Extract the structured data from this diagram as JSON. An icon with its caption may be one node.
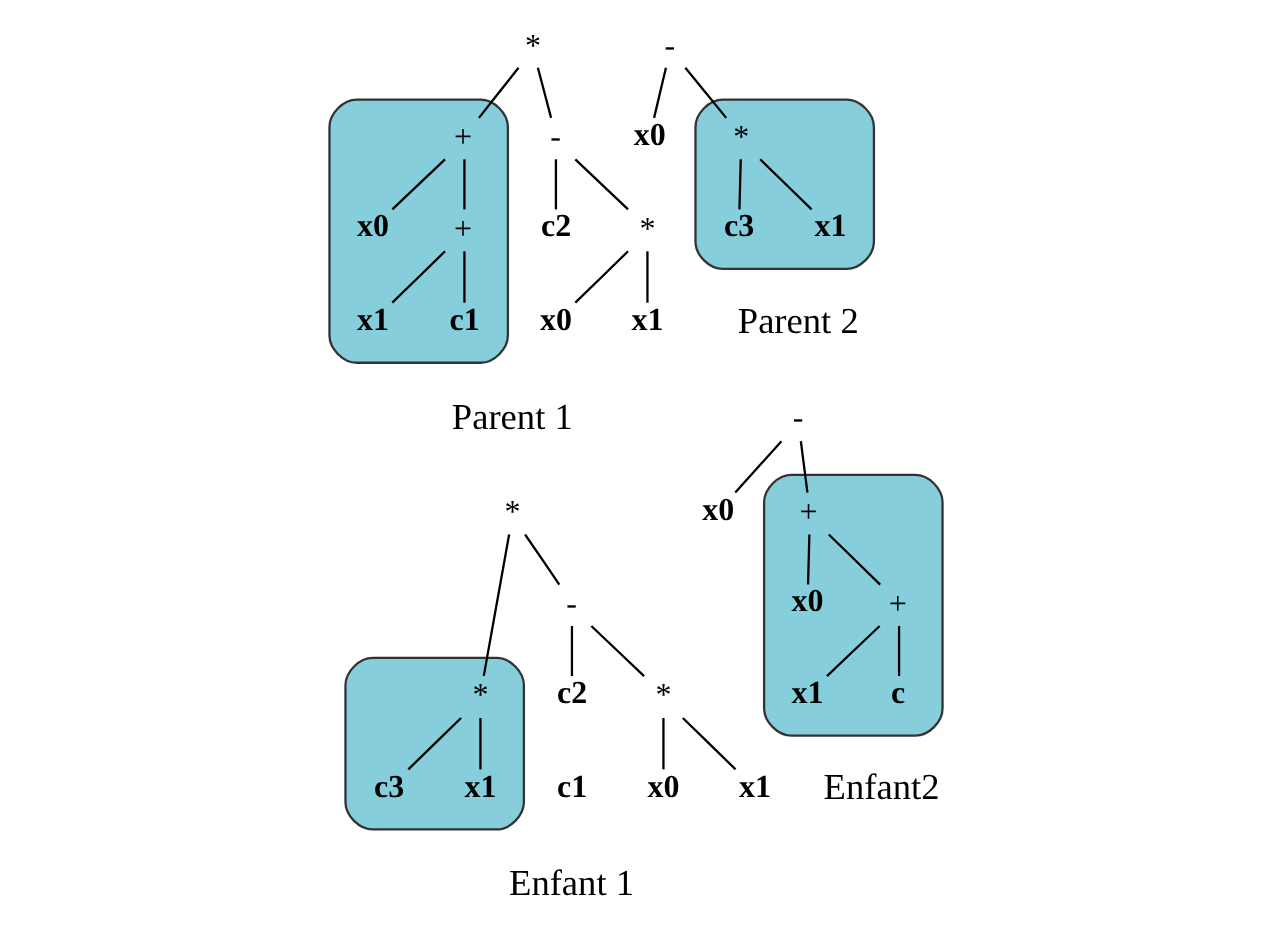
{
  "diagram": {
    "nodes": [
      {
        "text": [
          "*"
        ]
      },
      {
        "text": [],
        "shape": "box"
      },
      {
        "text": [
          "+"
        ],
        "in": 1
      },
      {
        "text": [
          "x0"
        ],
        "in": 1
      },
      {
        "text": [
          "+"
        ],
        "in": 1
      },
      {
        "text": [
          "x1"
        ],
        "in": 1
      },
      {
        "text": [
          "c1"
        ],
        "in": 1
      },
      {
        "text": [
          "-"
        ]
      },
      {
        "text": [
          "c2"
        ]
      },
      {
        "text": [
          "*"
        ]
      },
      {
        "text": [
          "x0"
        ]
      },
      {
        "text": [
          "x1"
        ]
      },
      {
        "text": [
          "-"
        ]
      },
      {
        "text": [
          "x0"
        ]
      },
      {
        "text": [],
        "shape": "box"
      },
      {
        "text": [
          "*"
        ],
        "in": 14
      },
      {
        "text": [
          "c3"
        ],
        "in": 14
      },
      {
        "text": [
          "x1"
        ],
        "in": 14
      },
      {
        "text": [
          "*"
        ]
      },
      {
        "text": [],
        "shape": "box"
      },
      {
        "text": [
          "*"
        ],
        "in": 19
      },
      {
        "text": [
          "c3"
        ],
        "in": 19
      },
      {
        "text": [
          "x1"
        ],
        "in": 19
      },
      {
        "text": [
          "-"
        ]
      },
      {
        "text": [
          "c2"
        ]
      },
      {
        "text": [
          "*"
        ]
      },
      {
        "text": [
          "x0"
        ]
      },
      {
        "text": [
          "x1"
        ]
      },
      {
        "text": [
          "-"
        ]
      },
      {
        "text": [
          "x0"
        ]
      },
      {
        "text": [],
        "shape": "box"
      },
      {
        "text": [
          "+"
        ],
        "in": 30
      },
      {
        "text": [
          "x0"
        ],
        "in": 30
      },
      {
        "text": [
          "+"
        ],
        "in": 30
      },
      {
        "text": [
          "x1"
        ],
        "in": 30
      },
      {
        "text": [
          "c"
        ],
        "in": 30
      }
    ],
    "edges": [
      {
        "from": 0,
        "to": 2,
        "arrow": "none"
      },
      {
        "from": 2,
        "to": 3,
        "arrow": "none"
      },
      {
        "from": 2,
        "to": 4,
        "arrow": "none"
      },
      {
        "from": 4,
        "to": 5,
        "arrow": "none"
      },
      {
        "from": 4,
        "to": 6,
        "arrow": "none"
      },
      {
        "from": 0,
        "to": 7,
        "arrow": "none"
      },
      {
        "from": 7,
        "to": 8,
        "arrow": "none"
      },
      {
        "from": 7,
        "to": 9,
        "arrow": "none"
      },
      {
        "from": 9,
        "to": 10,
        "arrow": "none"
      },
      {
        "from": 9,
        "to": 11,
        "arrow": "none"
      },
      {
        "from": 12,
        "to": 13,
        "arrow": "none"
      },
      {
        "from": 12,
        "to": 15,
        "arrow": "none"
      },
      {
        "from": 15,
        "to": 16,
        "arrow": "none"
      },
      {
        "from": 15,
        "to": 17,
        "arrow": "none"
      },
      {
        "from": 18,
        "to": 20,
        "arrow": "none"
      },
      {
        "from": 20,
        "to": 21,
        "arrow": "none"
      },
      {
        "from": 20,
        "to": 22,
        "arrow": "none"
      },
      {
        "from": 18,
        "to": 23,
        "arrow": "none"
      },
      {
        "from": 23,
        "to": 24,
        "arrow": "none"
      },
      {
        "from": 23,
        "to": 25,
        "arrow": "none"
      },
      {
        "from": 25,
        "to": 26,
        "arrow": "none"
      },
      {
        "from": 25,
        "to": 27,
        "arrow": "none"
      },
      {
        "from": 28,
        "to": 29,
        "arrow": "none"
      },
      {
        "from": 28,
        "to": 31,
        "arrow": "none"
      },
      {
        "from": 31,
        "to": 32,
        "arrow": "none"
      },
      {
        "from": 31,
        "to": 33,
        "arrow": "none"
      },
      {
        "from": 33,
        "to": 34,
        "arrow": "none"
      },
      {
        "from": 33,
        "to": 35,
        "arrow": "none"
      }
    ],
    "labels": [
      "Parent 1",
      "Parent 2",
      "c1",
      "Enfant 1",
      "Enfant2"
    ]
  }
}
